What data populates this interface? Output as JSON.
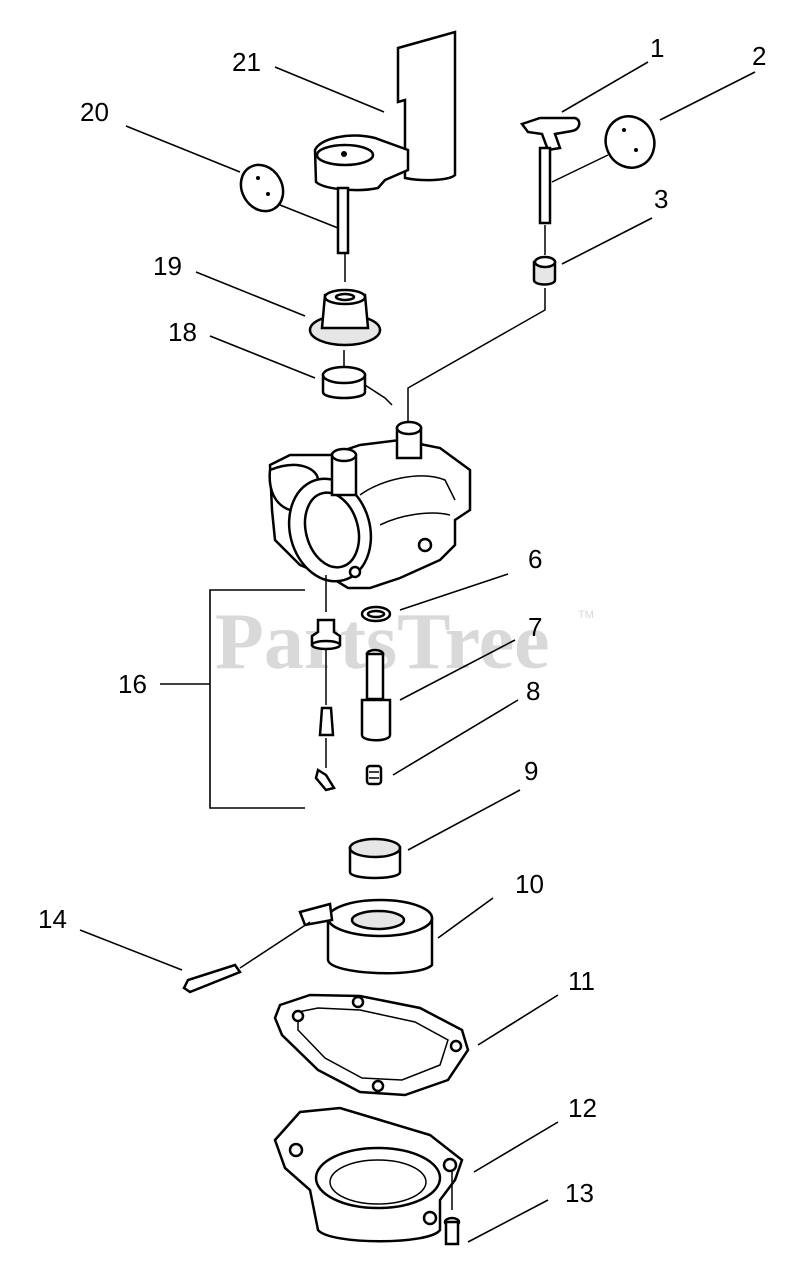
{
  "watermark": {
    "text": "PartsTree",
    "tm": "TM"
  },
  "callouts": [
    {
      "id": "1",
      "label": "1"
    },
    {
      "id": "2",
      "label": "2"
    },
    {
      "id": "3",
      "label": "3"
    },
    {
      "id": "6",
      "label": "6"
    },
    {
      "id": "7",
      "label": "7"
    },
    {
      "id": "8",
      "label": "8"
    },
    {
      "id": "9",
      "label": "9"
    },
    {
      "id": "10",
      "label": "10"
    },
    {
      "id": "11",
      "label": "11"
    },
    {
      "id": "12",
      "label": "12"
    },
    {
      "id": "13",
      "label": "13"
    },
    {
      "id": "14",
      "label": "14"
    },
    {
      "id": "16",
      "label": "16"
    },
    {
      "id": "18",
      "label": "18"
    },
    {
      "id": "19",
      "label": "19"
    },
    {
      "id": "20",
      "label": "20"
    },
    {
      "id": "21",
      "label": "21"
    }
  ]
}
